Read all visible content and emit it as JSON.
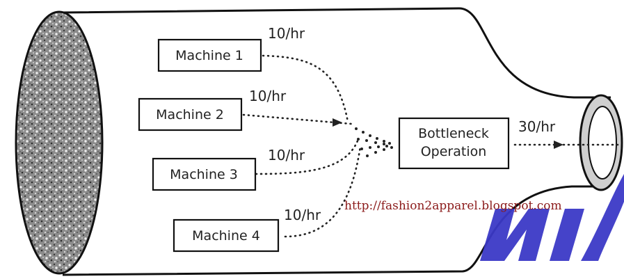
{
  "machines": [
    {
      "label": "Machine 1",
      "rate": "10/hr"
    },
    {
      "label": "Machine 2",
      "rate": "10/hr"
    },
    {
      "label": "Machine 3",
      "rate": "10/hr"
    },
    {
      "label": "Machine 4",
      "rate": "10/hr"
    }
  ],
  "bottleneck": {
    "line1": "Bottleneck",
    "line2": "Operation"
  },
  "output_rate": "30/hr",
  "watermark_url": "http://fashion2apparel.blogspot.com",
  "colors": {
    "outline": "#111111",
    "url": "#8b1a1a",
    "watermark": "#3b39c6"
  }
}
